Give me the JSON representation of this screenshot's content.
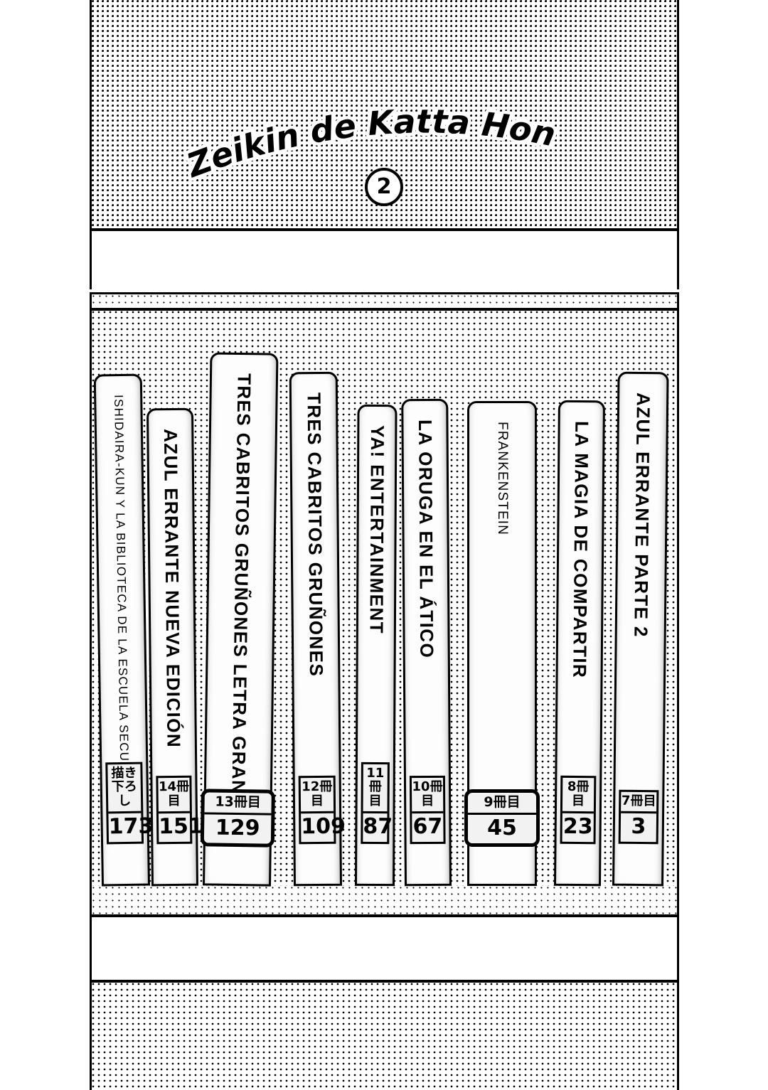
{
  "title": {
    "main": "Zeikin de Katta Hon",
    "volume": "2"
  },
  "shelf": {
    "books": [
      {
        "title": "ISHIDAIRA-KUN Y LA BIBLIOTECA DE LA ESCUELA SECUNDARIA",
        "volume_label": "描き下ろし",
        "page": "173",
        "weight": "thin",
        "emphasis": false
      },
      {
        "title": "AZUL ERRANTE NUEVA EDICIÓN",
        "volume_label": "14冊目",
        "page": "151",
        "weight": "bold",
        "emphasis": false
      },
      {
        "title": "TRES CABRITOS GRUÑONES LETRA GRANDE",
        "volume_label": "13冊目",
        "page": "129",
        "weight": "bold",
        "emphasis": true
      },
      {
        "title": "TRES CABRITOS GRUÑONES",
        "volume_label": "12冊目",
        "page": "109",
        "weight": "bold",
        "emphasis": false
      },
      {
        "title": "YA! ENTERTAINMENT",
        "volume_label": "11冊目",
        "page": "87",
        "weight": "bold",
        "emphasis": false
      },
      {
        "title": "LA ORUGA EN EL ÁTICO",
        "volume_label": "10冊目",
        "page": "67",
        "weight": "bold",
        "emphasis": false
      },
      {
        "title": "FRANKENSTEIN",
        "volume_label": "9冊目",
        "page": "45",
        "weight": "medium",
        "emphasis": true
      },
      {
        "title": "LA MAGIA DE COMPARTIR",
        "volume_label": "8冊目",
        "page": "23",
        "weight": "bold",
        "emphasis": false
      },
      {
        "title": "AZUL ERRANTE PARTE 2",
        "volume_label": "7冊目",
        "page": "3",
        "weight": "bold",
        "emphasis": false
      }
    ]
  },
  "colors": {
    "ink": "#000000",
    "paper": "#ffffff",
    "plate_fill": "#f2f2f2"
  }
}
